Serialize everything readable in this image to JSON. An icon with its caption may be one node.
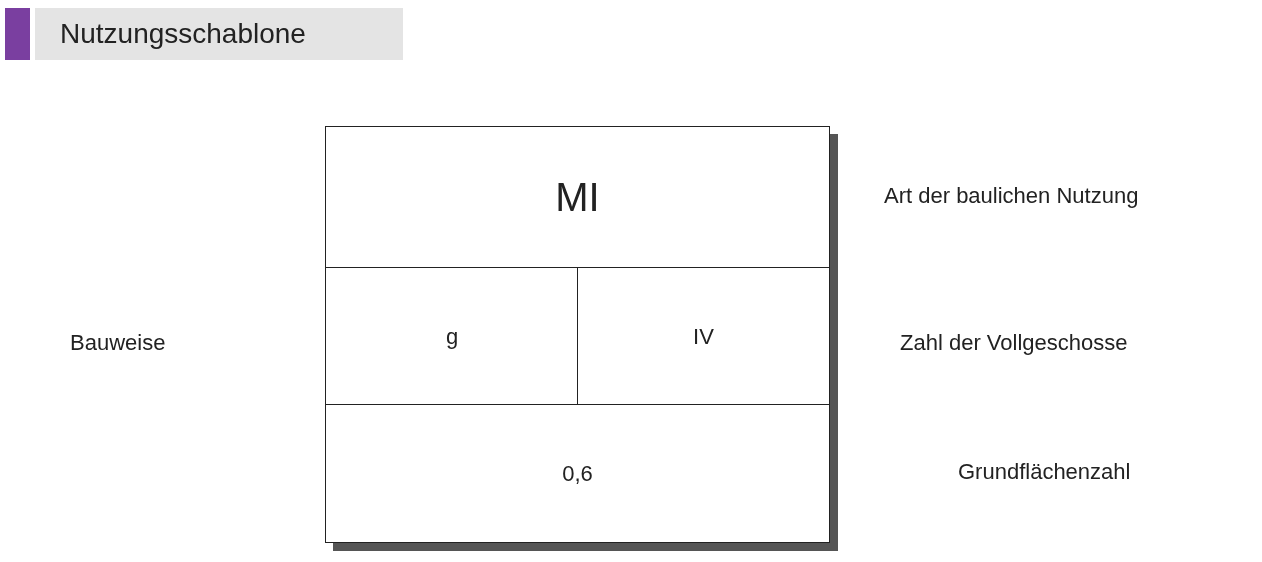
{
  "diagram": {
    "title": "Nutzungsschablone",
    "nodes": [
      {
        "text": [
          "MI"
        ]
      },
      {
        "text": [
          "g"
        ]
      },
      {
        "text": [
          "IV"
        ]
      },
      {
        "text": [
          "0,6"
        ]
      }
    ],
    "labels": [
      "Art der baulichen Nutzung",
      "Bauweise",
      "Zahl der Vollgeschosse",
      "Grundflächenzahl"
    ]
  }
}
